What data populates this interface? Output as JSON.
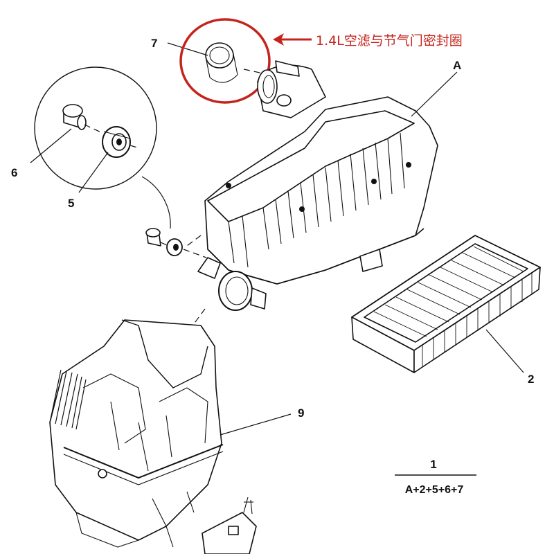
{
  "annotation": {
    "text": "1.4L空滤与节气门密封圈",
    "color": "#c4241c"
  },
  "callouts": {
    "seal_7": "7",
    "air_box_A": "A",
    "cap_6": "6",
    "nut_5": "5",
    "filter_2": "2",
    "lower_box_9": "9"
  },
  "kit_formula": {
    "numerator": "1",
    "denominator": "A+2+5+6+7"
  },
  "colors": {
    "highlight": "#c4241c",
    "line": "#111111"
  }
}
